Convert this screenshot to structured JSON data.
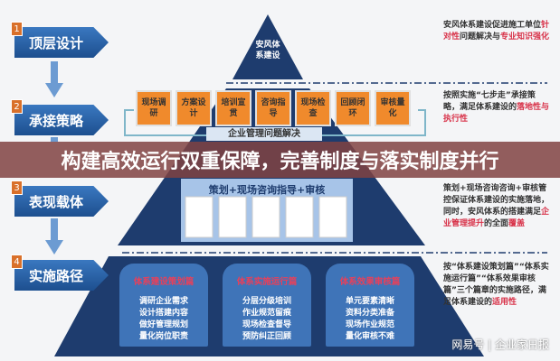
{
  "steps": [
    {
      "num": "1",
      "label": "顶层设计"
    },
    {
      "num": "2",
      "label": "承接策略"
    },
    {
      "num": "3",
      "label": "表现载体"
    },
    {
      "num": "4",
      "label": "实施路径"
    }
  ],
  "apex": "安风体系建设",
  "seven_steps": [
    "现场调研",
    "方案设计",
    "培训宣贯",
    "咨询指导",
    "现场检查",
    "回顾闭环",
    "审核量化"
  ],
  "mgmt_bar": "企业管理问题解决",
  "middle_title": "策划+现场咨询指导+审核",
  "cards": [
    {
      "title": "体系建设策划篇",
      "lines": [
        "调研企业需求",
        "设计搭建内容",
        "做好管理规划",
        "量化岗位职责"
      ]
    },
    {
      "title": "体系实施运行篇",
      "lines": [
        "分层分级培训",
        "作业规范留痕",
        "现场检查督导",
        "预防纠正回顾"
      ]
    },
    {
      "title": "体系效果审核篇",
      "lines": [
        "单元要素清晰",
        "资料分类准备",
        "现场作业规范",
        "量化审核不难"
      ]
    }
  ],
  "right_notes": [
    {
      "a": "安风体系建设促进施工单位",
      "r1": "针对性",
      "b": "问题解决与",
      "r2": "专业知识强化",
      "c": ""
    },
    {
      "a": "按照实施“七步走”承接策略，满足体系建设的",
      "r1": "落地性与执行性",
      "b": "",
      "r2": "",
      "c": ""
    },
    {
      "a": "策划+现场咨询咨询+审核管控保证体系建设的实施落地，同时，安风体系的搭建满足",
      "r1": "企业管理提升",
      "b": "的全面",
      "r2": "覆盖",
      "c": ""
    },
    {
      "a": "按“体系建设策划篇”“体系实施运行篇”“体系效果审核篇”三个篇章的实施路径，满足体系建设的",
      "r1": "适用性",
      "b": "",
      "r2": "",
      "c": ""
    }
  ],
  "banner": {
    "line1": "构建高效运行双重保障，完善制度与落",
    "line2": "实制度并行"
  },
  "watermark": "网易号 | 企业家日报"
}
